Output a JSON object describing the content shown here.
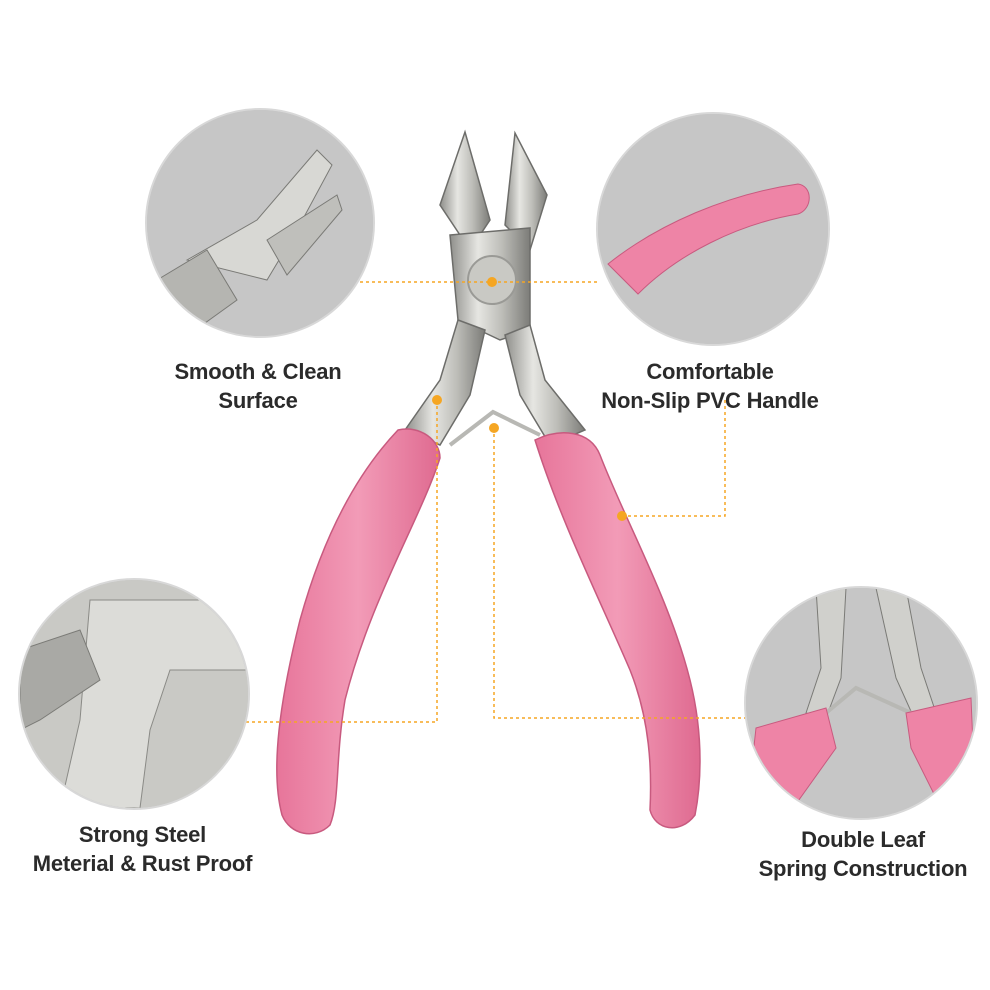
{
  "features": [
    {
      "lines": [
        "Smooth & Clean",
        "Surface"
      ]
    },
    {
      "lines": [
        "Comfortable",
        "Non-Slip PVC Handle"
      ]
    },
    {
      "lines": [
        "Strong Steel",
        "Meterial &  Rust Proof"
      ]
    },
    {
      "lines": [
        "Double Leaf",
        "Spring Construction"
      ]
    }
  ],
  "colors": {
    "handle_pink": "#ee84a6",
    "steel": "#c9c9c4",
    "callout_orange": "#f5a623",
    "circle_bg": "#c4c4c4"
  }
}
